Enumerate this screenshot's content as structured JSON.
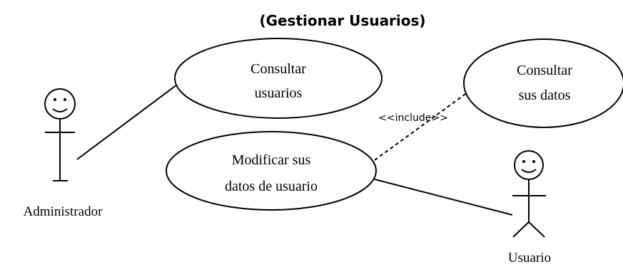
{
  "diagram": {
    "title": "(Gestionar Usuarios)",
    "actors": {
      "administrador": "Administrador",
      "usuario": "Usuario"
    },
    "use_cases": {
      "consultar_usuarios": [
        "Consultar",
        "usuarios"
      ],
      "consultar_sus_datos": [
        "Consultar",
        "sus datos"
      ],
      "modificar_sus_datos": [
        "Modificar sus",
        "datos de usuario"
      ]
    },
    "relations": {
      "include_label": "<<include>>"
    }
  }
}
